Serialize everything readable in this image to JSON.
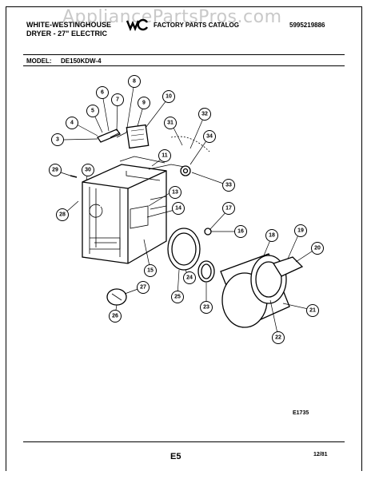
{
  "watermark": "AppliancePartsPros.com",
  "header": {
    "brand_line1": "WHITE-WESTINGHOUSE",
    "brand_line2": "DRYER - 27\" ELECTRIC",
    "logo_icon": "wci-logo-icon",
    "catalog_title": "FACTORY PARTS CATALOG",
    "part_number": "5995219886"
  },
  "model": {
    "label": "MODEL:",
    "value": "DE150KDW-4"
  },
  "callouts": [
    "3",
    "4",
    "5",
    "6",
    "7",
    "8",
    "9",
    "10",
    "11",
    "13",
    "14",
    "15",
    "16",
    "17",
    "18",
    "19",
    "20",
    "21",
    "22",
    "23",
    "24",
    "25",
    "26",
    "27",
    "28",
    "29",
    "30",
    "31",
    "32",
    "33",
    "34"
  ],
  "footer": {
    "figure_code": "E1735",
    "page": "E5",
    "date": "12/81"
  }
}
